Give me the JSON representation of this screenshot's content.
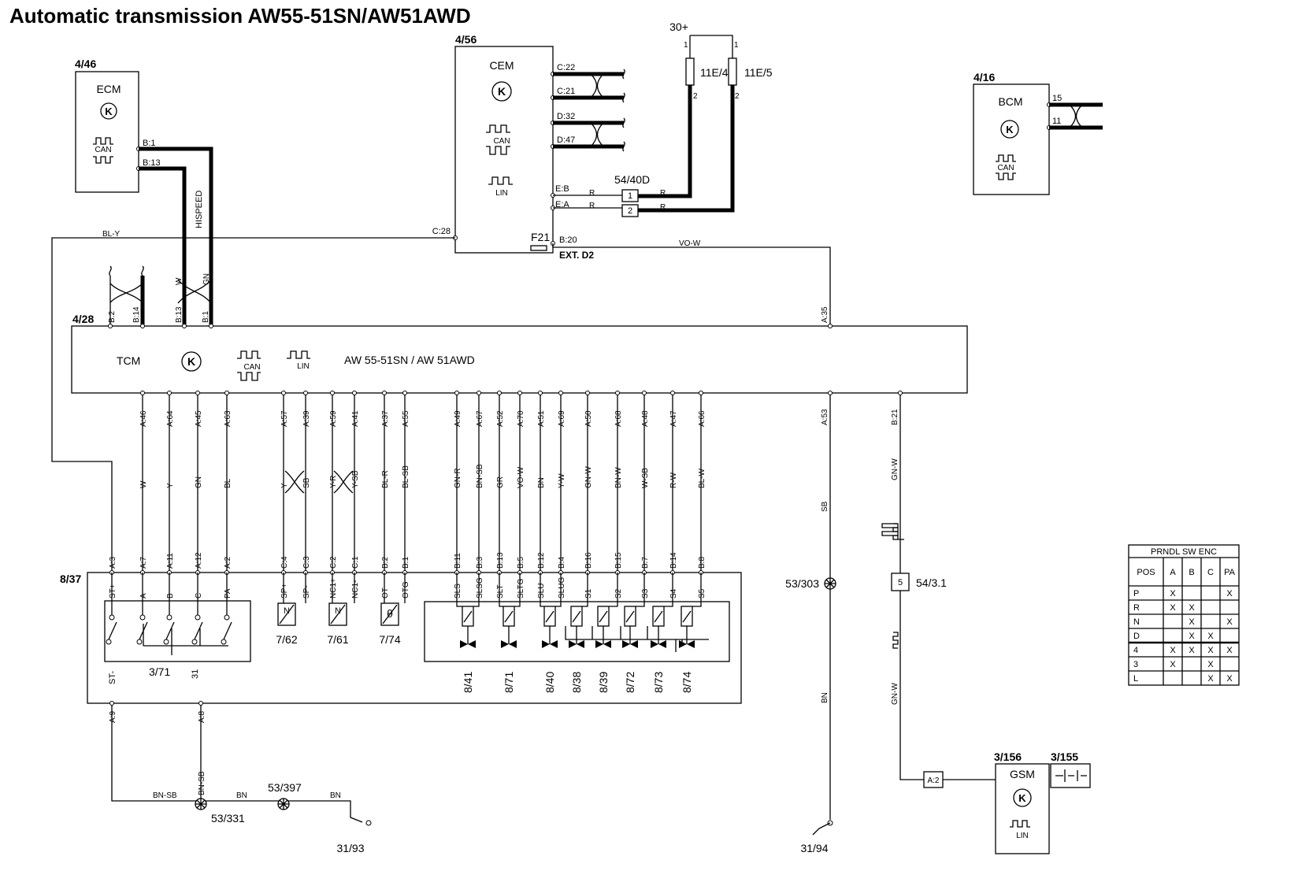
{
  "title": "Automatic transmission AW55-51SN/AW51AWD",
  "modules": {
    "ecm": {
      "ref": "4/46",
      "name": "ECM",
      "pins": [
        "B:1",
        "B:13"
      ],
      "can": "CAN"
    },
    "cem": {
      "ref": "4/56",
      "name": "CEM",
      "can": "CAN",
      "lin": "LIN",
      "pins": [
        "C:22",
        "C:21",
        "D:32",
        "D:47",
        "E:B",
        "E:A",
        "C:28",
        "B:20"
      ],
      "fuse": "F21",
      "ext": "EXT. D2"
    },
    "bcm": {
      "ref": "4/16",
      "name": "BCM",
      "can": "CAN",
      "pins": [
        "15",
        "11"
      ]
    },
    "tcm": {
      "ref": "4/28",
      "name": "TCM",
      "desc": "AW 55-51SN / AW 51AWD",
      "can": "CAN",
      "lin": "LIN",
      "top_pins": [
        "B:2",
        "B:14",
        "B:13",
        "B:1",
        "A:35"
      ]
    },
    "gsm": {
      "ref": "3/156",
      "name": "GSM",
      "lin": "LIN",
      "pin": "A:2",
      "switch_ref": "3/155"
    },
    "gearbox": {
      "ref": "8/37",
      "switch_ref": "3/71"
    }
  },
  "power": {
    "label": "30+",
    "fuses": [
      "11E/4",
      "11E/5"
    ],
    "pin1": "1",
    "pin2": "2",
    "connector": "54/40D",
    "conn_pins": [
      "1",
      "2"
    ],
    "wire_colors": [
      "R",
      "R",
      "R",
      "R"
    ]
  },
  "wires": {
    "hispeed": "HISPEED",
    "bl_y": "BL-Y",
    "vo_w": "VO-W",
    "can_top": [
      "W",
      "GN"
    ],
    "tcm_bottom": [
      {
        "pin": "A:46",
        "color": "W"
      },
      {
        "pin": "A:64",
        "color": "Y"
      },
      {
        "pin": "A:45",
        "color": "GN"
      },
      {
        "pin": "A:63",
        "color": "BL"
      },
      {
        "pin": "A:57",
        "color": "Y"
      },
      {
        "pin": "A:39",
        "color": "SB"
      },
      {
        "pin": "A:59",
        "color": "Y-R"
      },
      {
        "pin": "A:41",
        "color": "Y-SB"
      },
      {
        "pin": "A:37",
        "color": "BL-R"
      },
      {
        "pin": "A:55",
        "color": "BL-SB"
      },
      {
        "pin": "A:49",
        "color": "GN-R"
      },
      {
        "pin": "A:67",
        "color": "BN-SB"
      },
      {
        "pin": "A:52",
        "color": "GR"
      },
      {
        "pin": "A:70",
        "color": "VO-W"
      },
      {
        "pin": "A:51",
        "color": "BN"
      },
      {
        "pin": "A:69",
        "color": "Y-W"
      },
      {
        "pin": "A:50",
        "color": "GN-W"
      },
      {
        "pin": "A:68",
        "color": "BN-W"
      },
      {
        "pin": "A:48",
        "color": "W-SB"
      },
      {
        "pin": "A:47",
        "color": "R-W"
      },
      {
        "pin": "A:66",
        "color": "BL-W"
      }
    ],
    "a53": {
      "pin": "A:53",
      "color_top": "SB",
      "color_bottom": "BN"
    },
    "b21": {
      "pin": "B:21",
      "color_top": "GN-W",
      "color_bottom": "GN-W"
    }
  },
  "gearbox_pins": [
    "A:3",
    "A:7",
    "A:11",
    "A:12",
    "A:2",
    "C:4",
    "C:3",
    "C:2",
    "C:1",
    "B:2",
    "B:1",
    "B:11",
    "B:3",
    "B:13",
    "B:5",
    "B:12",
    "B:4",
    "B:16",
    "B:15",
    "B:7",
    "B:14",
    "B:8"
  ],
  "gearbox_inner": [
    "ST+",
    "A",
    "B",
    "C",
    "PA",
    "SP+",
    "SP-",
    "NC1+",
    "NC1-",
    "OT",
    "OTG",
    "SLS",
    "SLSG",
    "SLT",
    "SLTG",
    "SLU",
    "SLUG",
    "S1",
    "S2",
    "S3",
    "S4",
    "S5"
  ],
  "sensors": [
    "7/62",
    "7/61",
    "7/74"
  ],
  "solenoids": [
    "8/41",
    "8/71",
    "8/40",
    "8/38",
    "8/39",
    "8/72",
    "8/73",
    "8/74"
  ],
  "gearbox_bottom": {
    "st_minus": "ST-",
    "p31": "31",
    "a9": "A:9",
    "a8": "A:8"
  },
  "ground": {
    "splice1": "53/331",
    "splice2": "53/397",
    "splice3": "53/303",
    "gnd1": "31/93",
    "gnd2": "31/94",
    "colors": [
      "BN-SB",
      "BN-SB",
      "BN",
      "BN"
    ]
  },
  "connector_54_3_1": {
    "label": "54/3.1",
    "pin": "5"
  },
  "prndl_table": {
    "title": "PRNDL SW ENC",
    "headers": [
      "POS",
      "A",
      "B",
      "C",
      "PA"
    ],
    "rows": [
      [
        "P",
        "X",
        "",
        "",
        "X"
      ],
      [
        "R",
        "X",
        "X",
        "",
        ""
      ],
      [
        "N",
        "",
        "X",
        "",
        "X"
      ],
      [
        "D",
        "",
        "X",
        "X",
        ""
      ],
      [
        "4",
        "X",
        "X",
        "X",
        "X"
      ],
      [
        "3",
        "X",
        "",
        "X",
        ""
      ],
      [
        "L",
        "",
        "",
        "X",
        "X"
      ]
    ]
  }
}
